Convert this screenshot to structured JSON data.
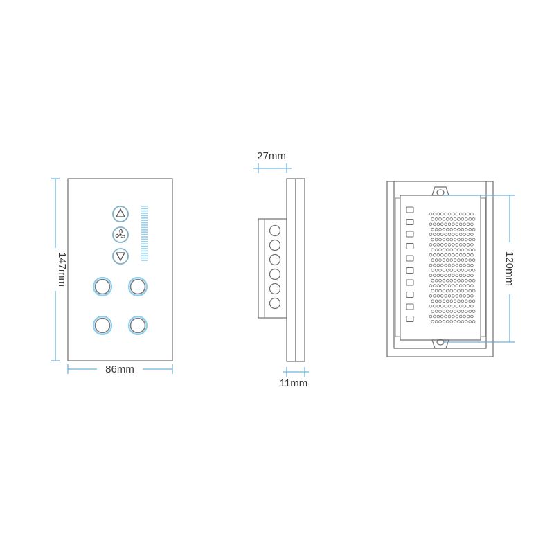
{
  "colors": {
    "dimension_line": "#6fb3dd",
    "button_glow": "#8fd0ee",
    "outline": "#6d6d6d",
    "background": "#ffffff"
  },
  "dimensions": {
    "front_height": "147mm",
    "front_width": "86mm",
    "side_depth_total": "27mm",
    "side_panel_thickness": "11mm",
    "back_mount_spacing": "120mm"
  },
  "front_panel": {
    "icons": [
      "up-arrow-icon",
      "fan-icon",
      "down-arrow-icon"
    ],
    "touch_buttons": 4,
    "level_indicator_segments": 24
  }
}
